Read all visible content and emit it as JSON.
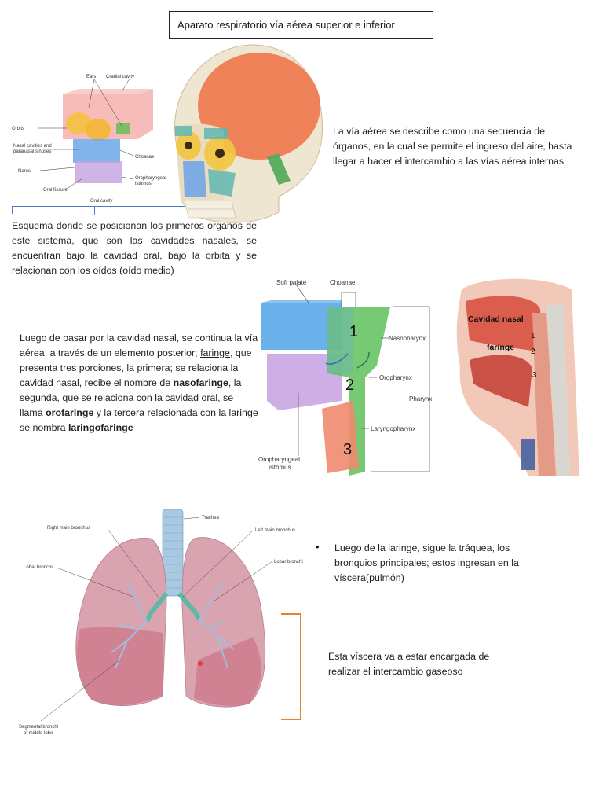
{
  "title": "Aparato respiratorio vía aérea superior e inferior",
  "section1": {
    "description": "La vía aérea se describe como una secuencia de órganos, en la cual se permite el ingreso del aire, hasta llegar a hacer el intercambio a las vías aérea internas",
    "caption": "Esquema donde se posicionan los primeros órganos de este sistema, que son las cavidades nasales, se encuentran bajo la cavidad oral, bajo la orbita y se relacionan con los oídos (oído medio)",
    "diagram_labels": {
      "ears": "Ears",
      "cranial_cavity": "Cranial cavity",
      "orbits": "Orbits",
      "nasal_cavities": "Nasal cavities and",
      "paranasal": "paranasal sinuses",
      "nares": "Nares",
      "choanae": "Choanae",
      "oral_fissure": "Oral fissure",
      "oropharyngeal": "Oropharyngeal",
      "isthmus": "isthmus",
      "oral_cavity": "Oral cavity"
    }
  },
  "section2": {
    "p1": "Luego de pasar por la cavidad nasal, se continua la vía aérea, a través de un elemento posterior; ",
    "faringe": "faringe",
    "p2": ", que presenta tres porciones, la primera; se relaciona la cavidad nasal, recibe el nombre de ",
    "nasofaringe": "nasofaringe",
    "p3": ", la segunda, que se relaciona con la cavidad oral, se llama ",
    "orofaringe": "orofaringe",
    "p4": " y la tercera relacionada con la laringe se nombra ",
    "laringofaringe": "laringofaringe",
    "diagram_labels": {
      "soft_palate": "Soft palate",
      "choanae": "Choanae",
      "nasopharynx": "Nasopharynx",
      "oropharynx": "Oropharynx",
      "laryngopharynx": "Laryngopharynx",
      "pharynx": "Pharynx",
      "oropharyngeal": "Oropharyngeal",
      "isthmus": "isthmus",
      "n1": "1",
      "n2": "2",
      "n3": "3"
    },
    "sagittal_labels": {
      "cavidad_nasal": "Cavidad nasal",
      "faringe": "faringe",
      "n1": "1",
      "n2": "2",
      "n3": "3"
    }
  },
  "section3": {
    "bullet_text": "Luego de la laringe, sigue la tráquea, los bronquios principales; estos ingresan en la víscera(pulmón)",
    "bracket_text": "Esta víscera va a estar encargada de realizar el intercambio gaseoso",
    "diagram_labels": {
      "trachea": "Trachea",
      "right_main_bronchus": "Right main bronchus",
      "left_main_bronchus": "Left main bronchus",
      "lobar_bronchi_left": "Lobar bronchi",
      "lobar_bronchi_right": "Lobar bronchi",
      "segmental_1": "Segmental bronchi",
      "segmental_2": "of middle lobe"
    }
  },
  "colors": {
    "bracket_orange": "#e8822a",
    "bracket_blue": "#4a7fc0"
  }
}
